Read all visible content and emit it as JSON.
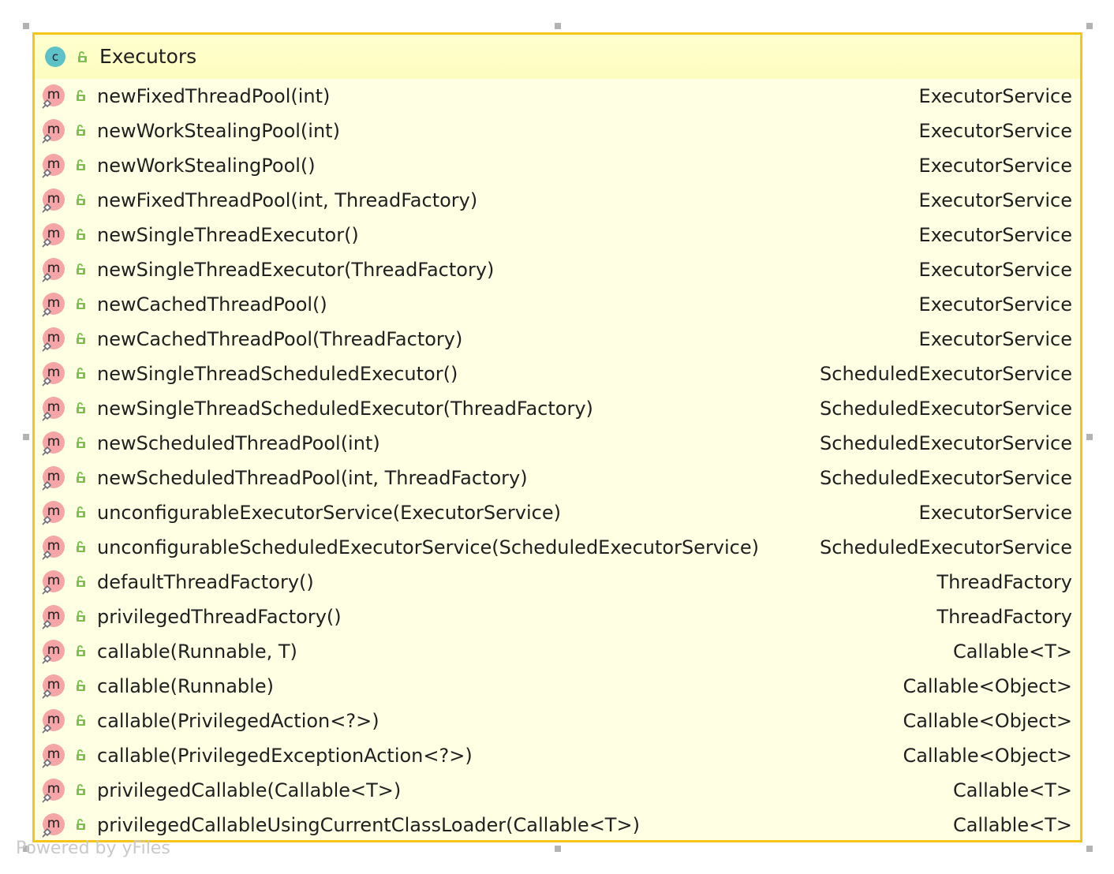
{
  "diagram": {
    "class_name": "Executors",
    "class_icon_letter": "c",
    "method_icon_letter": "m",
    "icons": {
      "class": "class-icon",
      "method": "method-icon",
      "visibility": "public-lock-icon",
      "static": "static-marker-icon"
    },
    "colors": {
      "border": "#f5c518",
      "background": "#ffffe4",
      "class_icon": "#5cc2c8",
      "method_icon": "#f5a5a5",
      "lock": "#7fbf4d"
    },
    "methods": [
      {
        "name": "newFixedThreadPool(int)",
        "type": "ExecutorService"
      },
      {
        "name": "newWorkStealingPool(int)",
        "type": "ExecutorService"
      },
      {
        "name": "newWorkStealingPool()",
        "type": "ExecutorService"
      },
      {
        "name": "newFixedThreadPool(int, ThreadFactory)",
        "type": "ExecutorService"
      },
      {
        "name": "newSingleThreadExecutor()",
        "type": "ExecutorService"
      },
      {
        "name": "newSingleThreadExecutor(ThreadFactory)",
        "type": "ExecutorService"
      },
      {
        "name": "newCachedThreadPool()",
        "type": "ExecutorService"
      },
      {
        "name": "newCachedThreadPool(ThreadFactory)",
        "type": "ExecutorService"
      },
      {
        "name": "newSingleThreadScheduledExecutor()",
        "type": "ScheduledExecutorService"
      },
      {
        "name": "newSingleThreadScheduledExecutor(ThreadFactory)",
        "type": "ScheduledExecutorService"
      },
      {
        "name": "newScheduledThreadPool(int)",
        "type": "ScheduledExecutorService"
      },
      {
        "name": "newScheduledThreadPool(int, ThreadFactory)",
        "type": "ScheduledExecutorService"
      },
      {
        "name": "unconfigurableExecutorService(ExecutorService)",
        "type": "ExecutorService"
      },
      {
        "name": "unconfigurableScheduledExecutorService(ScheduledExecutorService)",
        "type": "ScheduledExecutorService"
      },
      {
        "name": "defaultThreadFactory()",
        "type": "ThreadFactory"
      },
      {
        "name": "privilegedThreadFactory()",
        "type": "ThreadFactory"
      },
      {
        "name": "callable(Runnable, T)",
        "type": "Callable<T>"
      },
      {
        "name": "callable(Runnable)",
        "type": "Callable<Object>"
      },
      {
        "name": "callable(PrivilegedAction<?>)",
        "type": "Callable<Object>"
      },
      {
        "name": "callable(PrivilegedExceptionAction<?>)",
        "type": "Callable<Object>"
      },
      {
        "name": "privilegedCallable(Callable<T>)",
        "type": "Callable<T>"
      },
      {
        "name": "privilegedCallableUsingCurrentClassLoader(Callable<T>)",
        "type": "Callable<T>"
      }
    ]
  },
  "footer": {
    "text": "Powered by yFiles"
  }
}
